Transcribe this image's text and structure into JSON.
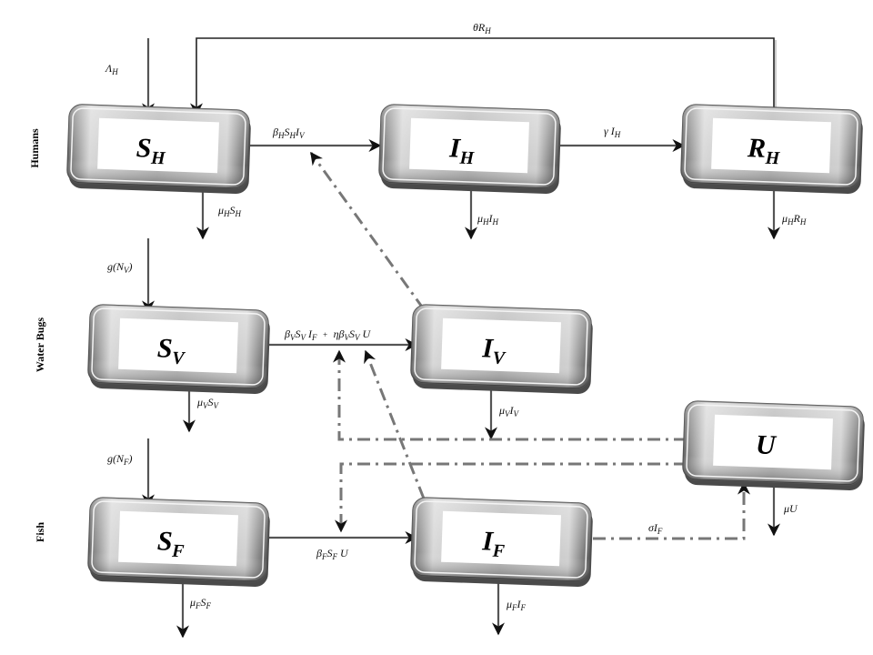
{
  "diagram": {
    "groups": [
      {
        "id": "humans",
        "label": "Humans"
      },
      {
        "id": "water_bugs",
        "label": "Water Bugs"
      },
      {
        "id": "fish",
        "label": "Fish"
      }
    ],
    "compartments": {
      "SH": {
        "main": "S",
        "sub": "H"
      },
      "IH": {
        "main": "I",
        "sub": "H"
      },
      "RH": {
        "main": "R",
        "sub": "H"
      },
      "SV": {
        "main": "S",
        "sub": "V"
      },
      "IV": {
        "main": "I",
        "sub": "V"
      },
      "U": {
        "main": "U",
        "sub": ""
      },
      "SF": {
        "main": "S",
        "sub": "F"
      },
      "IF": {
        "main": "I",
        "sub": "F"
      }
    },
    "rates": {
      "lambdaH": {
        "a": "Λ",
        "a_sub": "H"
      },
      "thetaRH": {
        "a": "θR",
        "a_sub": "H"
      },
      "betaH": {
        "a": "β",
        "a_sub": "H",
        "b": "S",
        "b_sub": "H",
        "c": "I",
        "c_sub": "V"
      },
      "gammaIH": {
        "a": "γ I",
        "a_sub": "H"
      },
      "muHSH": {
        "a": "μ",
        "a_sub": "H",
        "b": "S",
        "b_sub": "H"
      },
      "muHIH": {
        "a": "μ",
        "a_sub": "H",
        "b": "I",
        "b_sub": "H"
      },
      "muHRH": {
        "a": "μ",
        "a_sub": "H",
        "b": "R",
        "b_sub": "H"
      },
      "gNV": {
        "a": "g(N",
        "a_sub": "V",
        "close": ")"
      },
      "betaV": {
        "a": "β",
        "a_sub": "V",
        "b": "S",
        "b_sub": "V",
        "c": " I",
        "c_sub": "F",
        "plus": "+",
        "d": "ηβ",
        "d_sub": "V",
        "e": "S",
        "e_sub": "V",
        "f": " U"
      },
      "muVSV": {
        "a": "μ",
        "a_sub": "V",
        "b": "S",
        "b_sub": "V"
      },
      "muVIV": {
        "a": "μ",
        "a_sub": "V",
        "b": "I",
        "b_sub": "V"
      },
      "gNF": {
        "a": "g(N",
        "a_sub": "F",
        "close": ")"
      },
      "betaF": {
        "a": "β",
        "a_sub": "F",
        "b": "S",
        "b_sub": "F",
        "c": " U"
      },
      "muFSF": {
        "a": "μ",
        "a_sub": "F",
        "b": "S",
        "b_sub": "F"
      },
      "muFIF": {
        "a": "μ",
        "a_sub": "F",
        "b": "I",
        "b_sub": "F"
      },
      "sigmaIF": {
        "a": "σI",
        "a_sub": "F"
      },
      "muU": {
        "a": "μU"
      }
    }
  }
}
